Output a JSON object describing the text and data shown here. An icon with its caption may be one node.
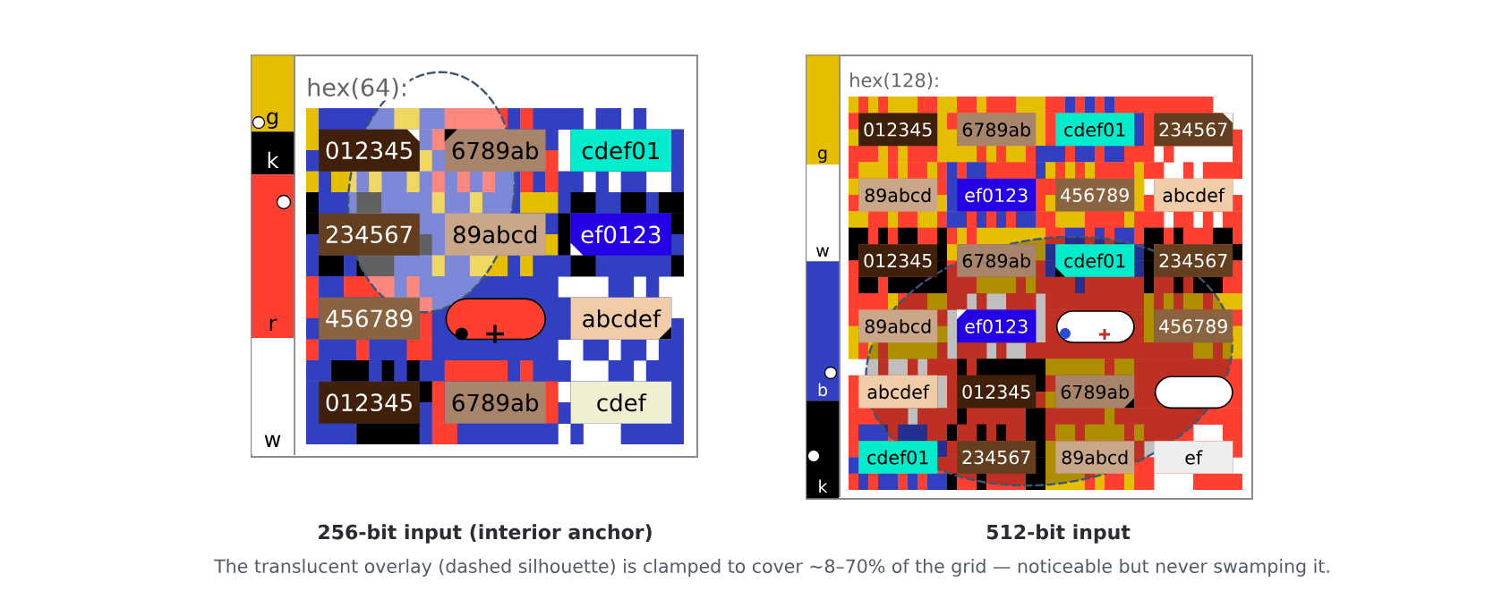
{
  "diagram": {
    "caption": "The translucent overlay (dashed silhouette) is clamped to cover ~8–70% of the grid — noticeable but never swamping it.",
    "nodes": [
      {
        "text": [
          "hex(64):"
        ],
        "beside": [
          "256-bit input (interior anchor)"
        ]
      },
      {
        "text": [
          "g"
        ],
        "in": 0
      },
      {
        "text": [
          "k"
        ],
        "in": 0
      },
      {
        "text": [
          "r"
        ],
        "in": 0
      },
      {
        "text": [
          "w"
        ],
        "in": 0
      },
      {
        "text": [
          "012345"
        ],
        "in": 0
      },
      {
        "text": [
          "6789ab"
        ],
        "in": 0
      },
      {
        "text": [
          "cdef01"
        ],
        "in": 0
      },
      {
        "text": [
          "234567"
        ],
        "in": 0
      },
      {
        "text": [
          "89abcd"
        ],
        "in": 0
      },
      {
        "text": [
          "ef0123"
        ],
        "in": 0
      },
      {
        "text": [
          "456789"
        ],
        "in": 0
      },
      {
        "text": [],
        "shape": "pill",
        "in": 0
      },
      {
        "text": [
          "abcdef"
        ],
        "in": 0
      },
      {
        "text": [
          "012345"
        ],
        "in": 0
      },
      {
        "text": [
          "6789ab"
        ],
        "in": 0
      },
      {
        "text": [
          "cdef"
        ],
        "in": 0
      },
      {
        "text": [
          "hex(128):"
        ],
        "beside": [
          "512-bit input"
        ]
      },
      {
        "text": [
          "g"
        ],
        "in": 17
      },
      {
        "text": [
          "w"
        ],
        "in": 17
      },
      {
        "text": [
          "b"
        ],
        "in": 17
      },
      {
        "text": [
          "k"
        ],
        "in": 17
      },
      {
        "text": [
          "012345"
        ],
        "in": 17
      },
      {
        "text": [
          "6789ab"
        ],
        "in": 17
      },
      {
        "text": [
          "cdef01"
        ],
        "in": 17
      },
      {
        "text": [
          "234567"
        ],
        "in": 17
      },
      {
        "text": [
          "89abcd"
        ],
        "in": 17
      },
      {
        "text": [
          "ef0123"
        ],
        "in": 17
      },
      {
        "text": [
          "456789"
        ],
        "in": 17
      },
      {
        "text": [
          "abcdef"
        ],
        "in": 17
      },
      {
        "text": [
          "012345"
        ],
        "in": 17
      },
      {
        "text": [
          "6789ab"
        ],
        "in": 17
      },
      {
        "text": [
          "cdef01"
        ],
        "in": 17
      },
      {
        "text": [
          "234567"
        ],
        "in": 17
      },
      {
        "text": [
          "89abcd"
        ],
        "in": 17
      },
      {
        "text": [
          "ef0123"
        ],
        "in": 17
      },
      {
        "text": [],
        "shape": "pill",
        "in": 17
      },
      {
        "text": [
          "456789"
        ],
        "in": 17
      },
      {
        "text": [
          "abcdef"
        ],
        "in": 17
      },
      {
        "text": [
          "012345"
        ],
        "in": 17
      },
      {
        "text": [
          "6789ab"
        ],
        "in": 17
      },
      {
        "text": [],
        "shape": "pill",
        "in": 17
      },
      {
        "text": [
          "cdef01"
        ],
        "in": 17
      },
      {
        "text": [
          "234567"
        ],
        "in": 17
      },
      {
        "text": [
          "89abcd"
        ],
        "in": 17
      },
      {
        "text": [
          "ef"
        ],
        "in": 17
      }
    ]
  }
}
